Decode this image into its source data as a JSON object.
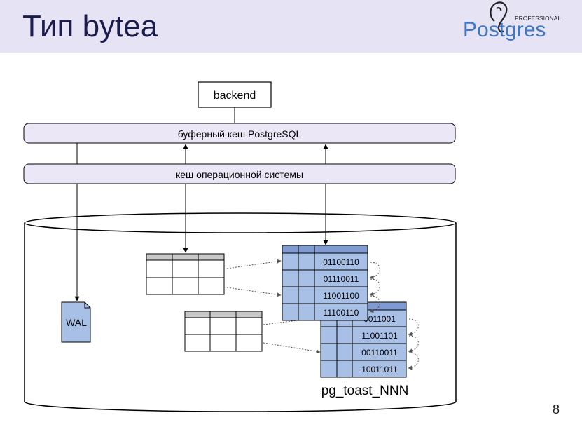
{
  "slide": {
    "title": "Тип bytea",
    "page_number": "8"
  },
  "logo": {
    "brand": "Postgres",
    "edition": "PROFESSIONAL"
  },
  "diagram": {
    "backend_label": "backend",
    "buffer_cache_label": "буферный кеш PostgreSQL",
    "os_cache_label": "кеш операционной системы",
    "wal_label": "WAL",
    "toast_table_label": "pg_toast_NNN",
    "toast_chunks_front": [
      "01100110",
      "01110011",
      "11001100",
      "11100110"
    ],
    "toast_chunks_back": [
      "0011001",
      "11001101",
      "00110011",
      "10011011"
    ]
  },
  "colors": {
    "header_bg": "#e6e3f5",
    "cache_bar_fill": "#ece7f7",
    "toast_fill": "#a8c0e6",
    "toast_header": "#7f9bd1",
    "logo_blue": "#3f78c2",
    "title_color": "#1b1d4d"
  }
}
